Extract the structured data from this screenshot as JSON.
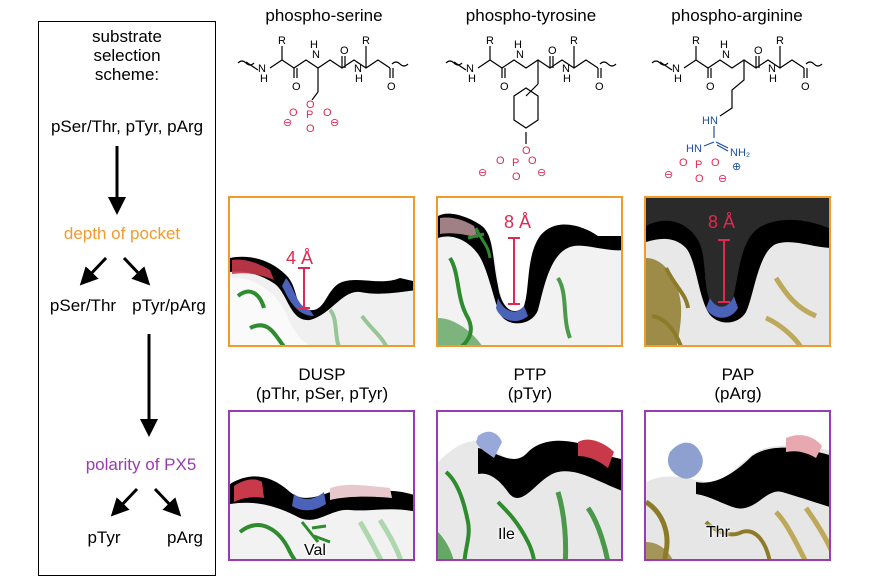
{
  "scheme": {
    "title_lines": [
      "substrate",
      "selection",
      "scheme:"
    ],
    "all_substrates": "pSer/Thr, pTyr, pArg",
    "step1": "depth of pocket",
    "step1_left": "pSer/Thr",
    "step1_right": "pTyr/pArg",
    "step2": "polarity of PX5",
    "step2_left": "pTyr",
    "step2_right": "pArg"
  },
  "molecules": [
    {
      "name": "phospho-serine",
      "atoms": {
        "r1": "R",
        "r2": "R",
        "n1": "N",
        "h1": "H",
        "n2": "N",
        "h2": "H",
        "n3": "N",
        "h3": "H",
        "o1": "O",
        "o2": "O",
        "o3": "O",
        "o_link": "O",
        "p": "P",
        "po1": "O",
        "po2": "O",
        "po3": "O",
        "minus1": "⊖",
        "minus2": "⊖"
      }
    },
    {
      "name": "phospho-tyrosine",
      "atoms": {
        "r1": "R",
        "r2": "R",
        "n1": "N",
        "h1": "H",
        "n2": "N",
        "h2": "H",
        "n3": "N",
        "h3": "H",
        "o1": "O",
        "o2": "O",
        "o3": "O",
        "o_link": "O",
        "p": "P",
        "po1": "O",
        "po2": "O",
        "po3": "O",
        "minus1": "⊖",
        "minus2": "⊖"
      }
    },
    {
      "name": "phospho-arginine",
      "atoms": {
        "r1": "R",
        "r2": "R",
        "n1": "N",
        "h1": "H",
        "n2": "N",
        "h2": "H",
        "n3": "N",
        "h3": "H",
        "o1": "O",
        "o2": "O",
        "o3": "O",
        "nh_top": "HN",
        "hn_left": "HN",
        "nh2": "NH₂",
        "plus": "⊕",
        "p": "P",
        "po1": "O",
        "po2": "O",
        "po3": "O",
        "minus1": "⊖",
        "minus2": "⊖"
      }
    }
  ],
  "pocket_panels": [
    {
      "depth": "4 Å",
      "label_lines": [
        "DUSP",
        "(pThr, pSer, pTyr)"
      ],
      "ribbon_color": "#2e8b2e"
    },
    {
      "depth": "8 Å",
      "label_lines": [
        "PTP",
        "(pTyr)"
      ],
      "ribbon_color": "#2e8b2e"
    },
    {
      "depth": "8 Å",
      "label_lines": [
        "PAP",
        "(pArg)"
      ],
      "ribbon_color": "#8e7b2a"
    }
  ],
  "polarity_panels": [
    {
      "residue": "Val",
      "ribbon_color": "#2e8b2e"
    },
    {
      "residue": "Ile",
      "ribbon_color": "#2e8b2e"
    },
    {
      "residue": "Thr",
      "ribbon_color": "#8e7b2a"
    }
  ],
  "colors": {
    "phosphate": "#e0294f",
    "guanidino": "#1f4fa3",
    "orange_step": "#f39a2e",
    "purple_step": "#9b3bb4"
  }
}
